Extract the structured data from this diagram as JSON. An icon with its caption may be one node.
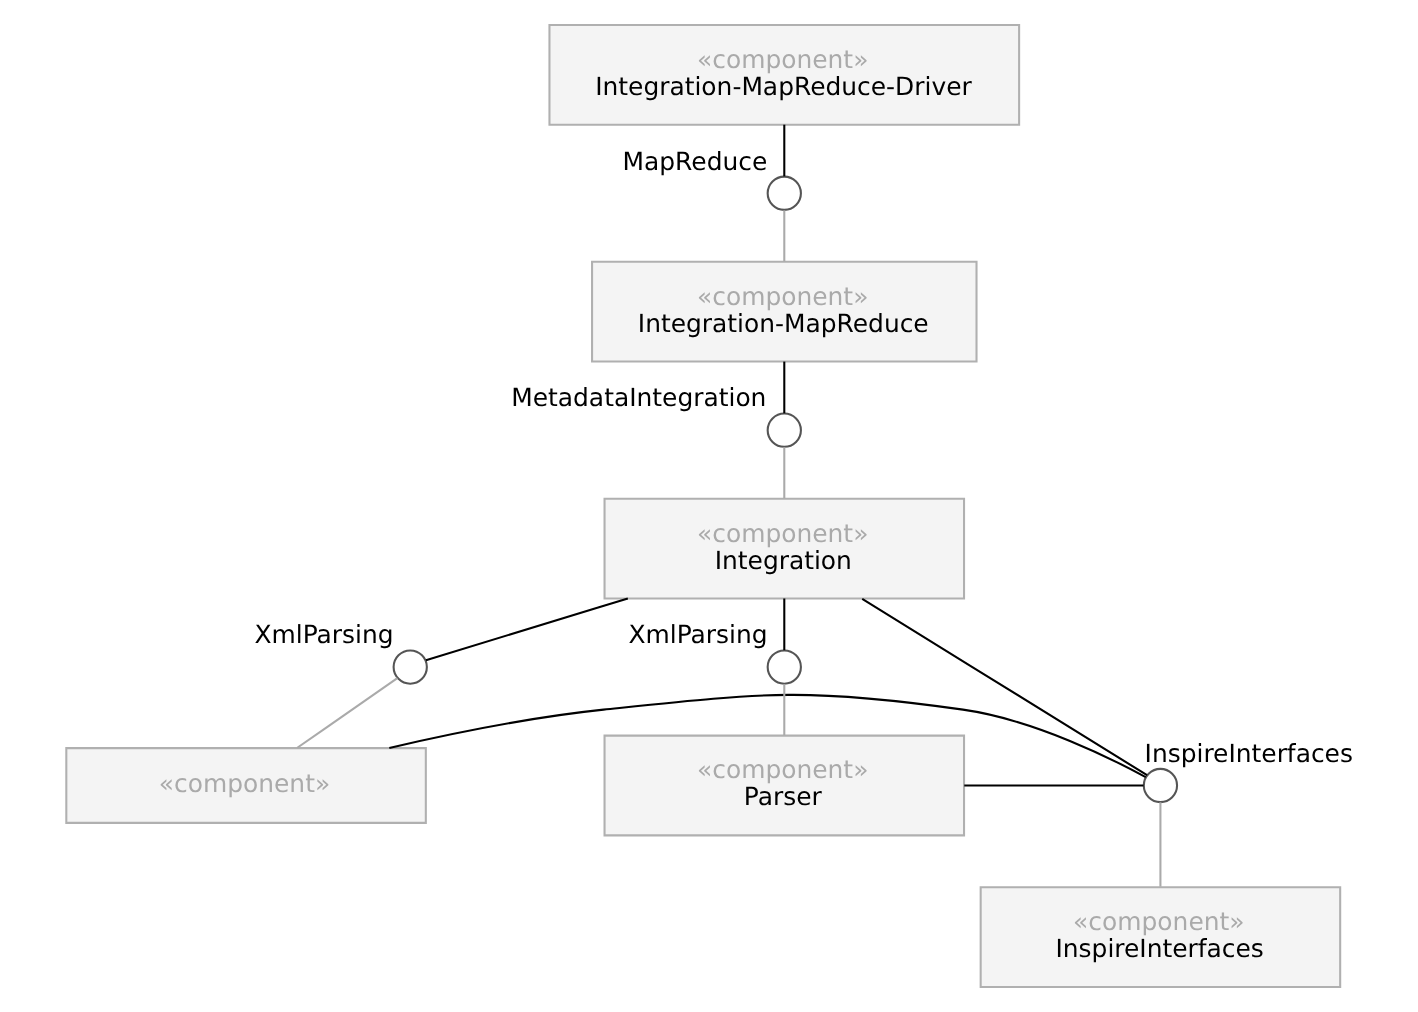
{
  "diagram": {
    "nodes": [
      {
        "text": [
          "«component»",
          "Integration-MapReduce-Driver"
        ]
      },
      {
        "text": [
          "«component»",
          "Integration-MapReduce"
        ]
      },
      {
        "text": [
          "«component»",
          "Integration"
        ]
      },
      {
        "text": [
          "«component»"
        ]
      },
      {
        "text": [
          "«component»",
          "Parser"
        ]
      },
      {
        "text": [
          "«component»",
          "InspireInterfaces"
        ]
      },
      {
        "text": [],
        "shape": "circle",
        "beside": [
          "MapReduce"
        ]
      },
      {
        "text": [],
        "shape": "circle",
        "beside": [
          "MetadataIntegration"
        ]
      },
      {
        "text": [],
        "shape": "circle",
        "beside": [
          "XmlParsing"
        ]
      },
      {
        "text": [],
        "shape": "circle",
        "beside": [
          "XmlParsing"
        ]
      },
      {
        "text": [],
        "shape": "circle",
        "beside": [
          "InspireInterfaces"
        ]
      }
    ],
    "edges": [
      {
        "from": 0,
        "to": 6,
        "arrow": "none"
      },
      {
        "from": 1,
        "to": 6,
        "arrow": "none",
        "color": "#aaaaaa"
      },
      {
        "from": 1,
        "to": 7,
        "arrow": "none"
      },
      {
        "from": 2,
        "to": 7,
        "arrow": "none",
        "color": "#aaaaaa"
      },
      {
        "from": 2,
        "to": 8,
        "arrow": "none"
      },
      {
        "from": 3,
        "to": 8,
        "arrow": "none",
        "color": "#aaaaaa"
      },
      {
        "from": 2,
        "to": 9,
        "arrow": "none"
      },
      {
        "from": 4,
        "to": 9,
        "arrow": "none",
        "color": "#aaaaaa"
      },
      {
        "from": 2,
        "to": 10,
        "arrow": "none"
      },
      {
        "from": 3,
        "to": 10,
        "arrow": "none"
      },
      {
        "from": 4,
        "to": 10,
        "arrow": "none"
      },
      {
        "from": 5,
        "to": 10,
        "arrow": "none",
        "color": "#aaaaaa"
      }
    ]
  }
}
